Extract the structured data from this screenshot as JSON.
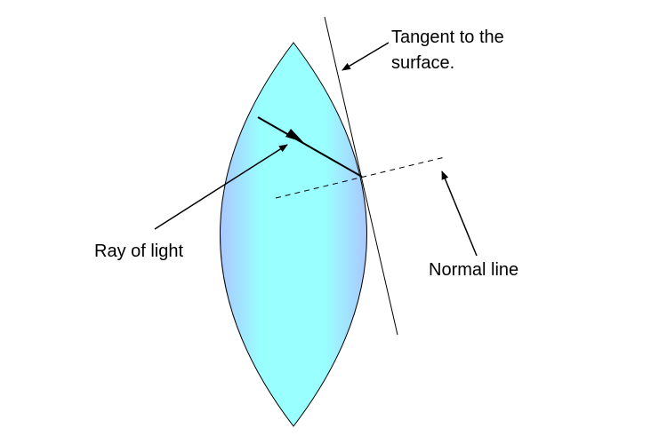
{
  "labels": {
    "tangent_line1": "Tangent to the",
    "tangent_line2": "surface.",
    "ray": "Ray of light",
    "normal": "Normal line"
  },
  "colors": {
    "lens_center": "#99ffff",
    "lens_edge": "#aac8ff",
    "stroke": "#000000",
    "background": "#ffffff"
  }
}
